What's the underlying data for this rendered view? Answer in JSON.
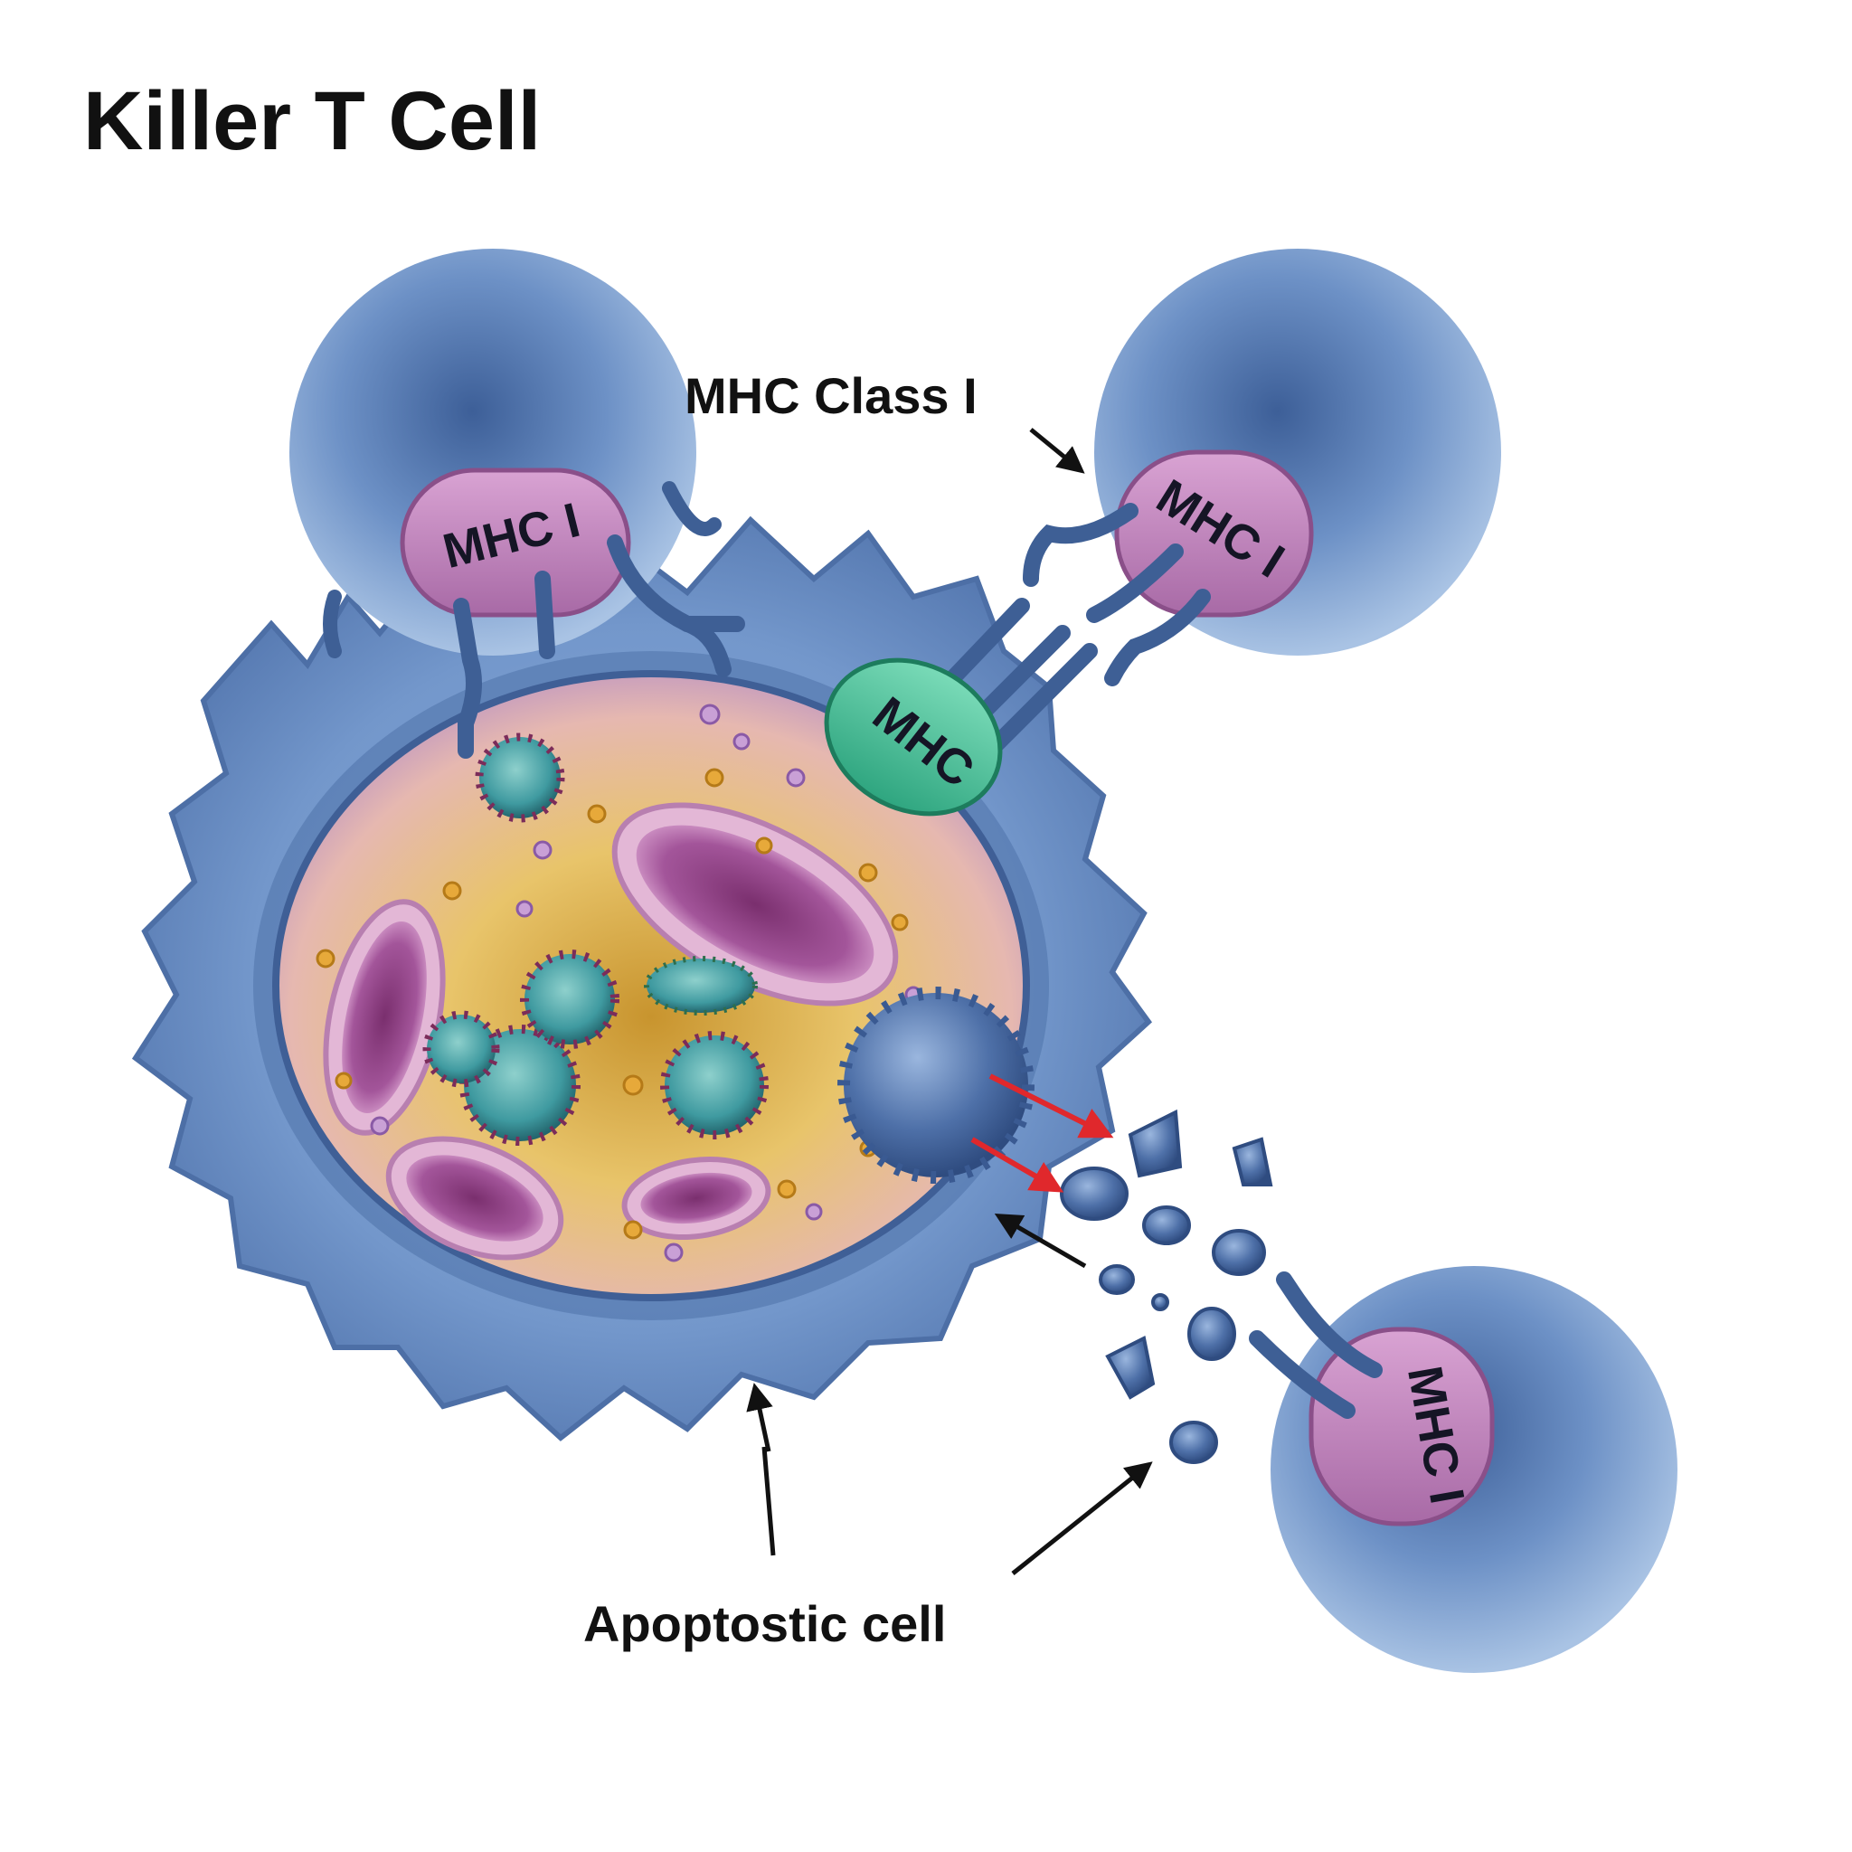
{
  "title": "Killer T Cell",
  "labels": {
    "mhc_class": "MHC Class I",
    "apoptotic": "Apoptostic cell"
  },
  "receptors": {
    "top_left": "MHC I",
    "top_right": "MHC I",
    "bottom_right": "MHC I",
    "target": "MHC"
  },
  "colors": {
    "cell_blue": "#6f93c8",
    "cell_dark": "#3e5f95",
    "mhc_pink": "#c98ac4",
    "mhc_green": "#4fc7a0",
    "cytoplasm_yellow": "#e8c46a",
    "mitochondria": "#9c4e8d",
    "virus_teal": "#3f9aa0",
    "red_arrow": "#e0282c"
  }
}
